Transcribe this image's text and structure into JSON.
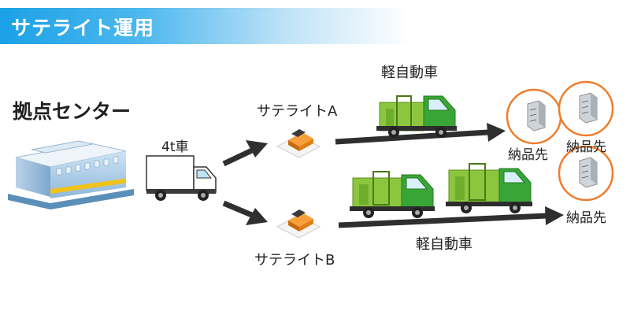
{
  "header": {
    "title": "サテライト運用"
  },
  "hub": {
    "label": "拠点センター"
  },
  "transport": {
    "truck_4t": "4t車"
  },
  "satellites": {
    "a": "サテライトA",
    "b": "サテライトB"
  },
  "kei_truck": {
    "top_label": "軽自動車",
    "bottom_label": "軽自動車"
  },
  "destinations": [
    "納品先",
    "納品先",
    "納品先"
  ],
  "colors": {
    "banner": "#1ba1e6",
    "arrow": "#2f2f2f",
    "truck_cab": "#3aa537",
    "cargo": "#8cc63f",
    "destination_ring": "#ee7d2d",
    "satellite_box": "#f08a1c"
  }
}
